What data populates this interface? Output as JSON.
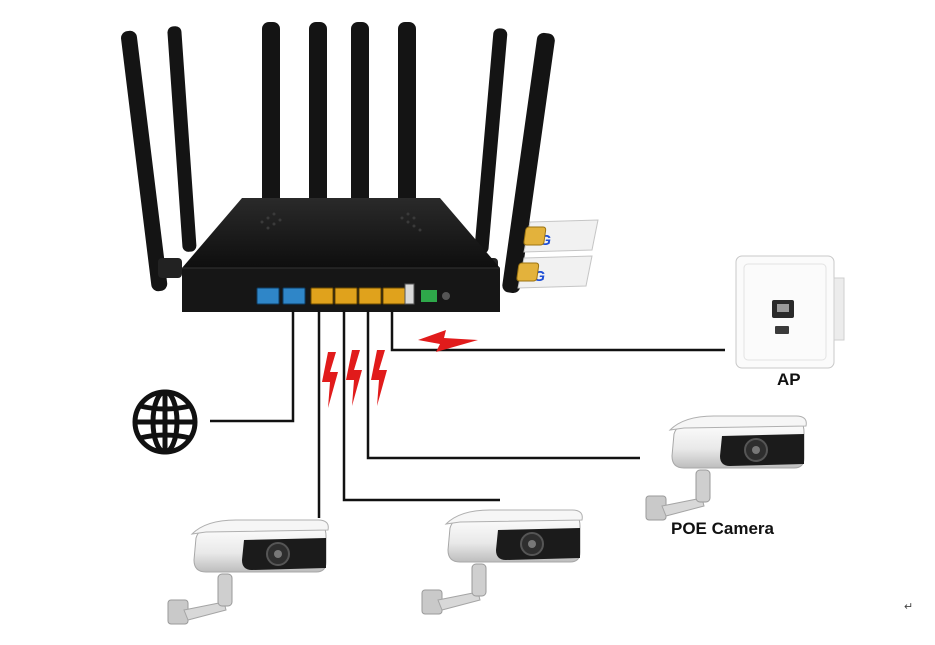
{
  "labels": {
    "ap": "AP",
    "poe_camera": "POE Camera",
    "return_mark": "↵"
  },
  "sim_cards": [
    {
      "text": "5G"
    },
    {
      "text": "5G"
    }
  ],
  "icons": {
    "internet": "globe-icon",
    "wireless": "lightning-bolt-icon",
    "sim": "sim-card-icon"
  },
  "colors": {
    "router_body": "#1a1a1a",
    "wan_port": "#2f86c8",
    "lan_port": "#e0a21c",
    "bolt": "#e11b1b",
    "line": "#111111",
    "sim_text": "#1f4fd6",
    "sim_chip": "#e3b23c"
  }
}
